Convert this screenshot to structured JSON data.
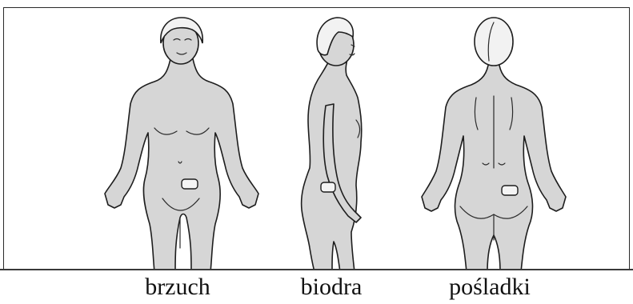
{
  "captions": {
    "front": "brzuch",
    "side": "biodra",
    "back": "pośladki"
  },
  "colors": {
    "skin": "#d6d6d6",
    "outline": "#1d1d1d",
    "hair": "#f2f2f2",
    "patch": "#f4f4f4",
    "frame": "#2a2a2a"
  }
}
